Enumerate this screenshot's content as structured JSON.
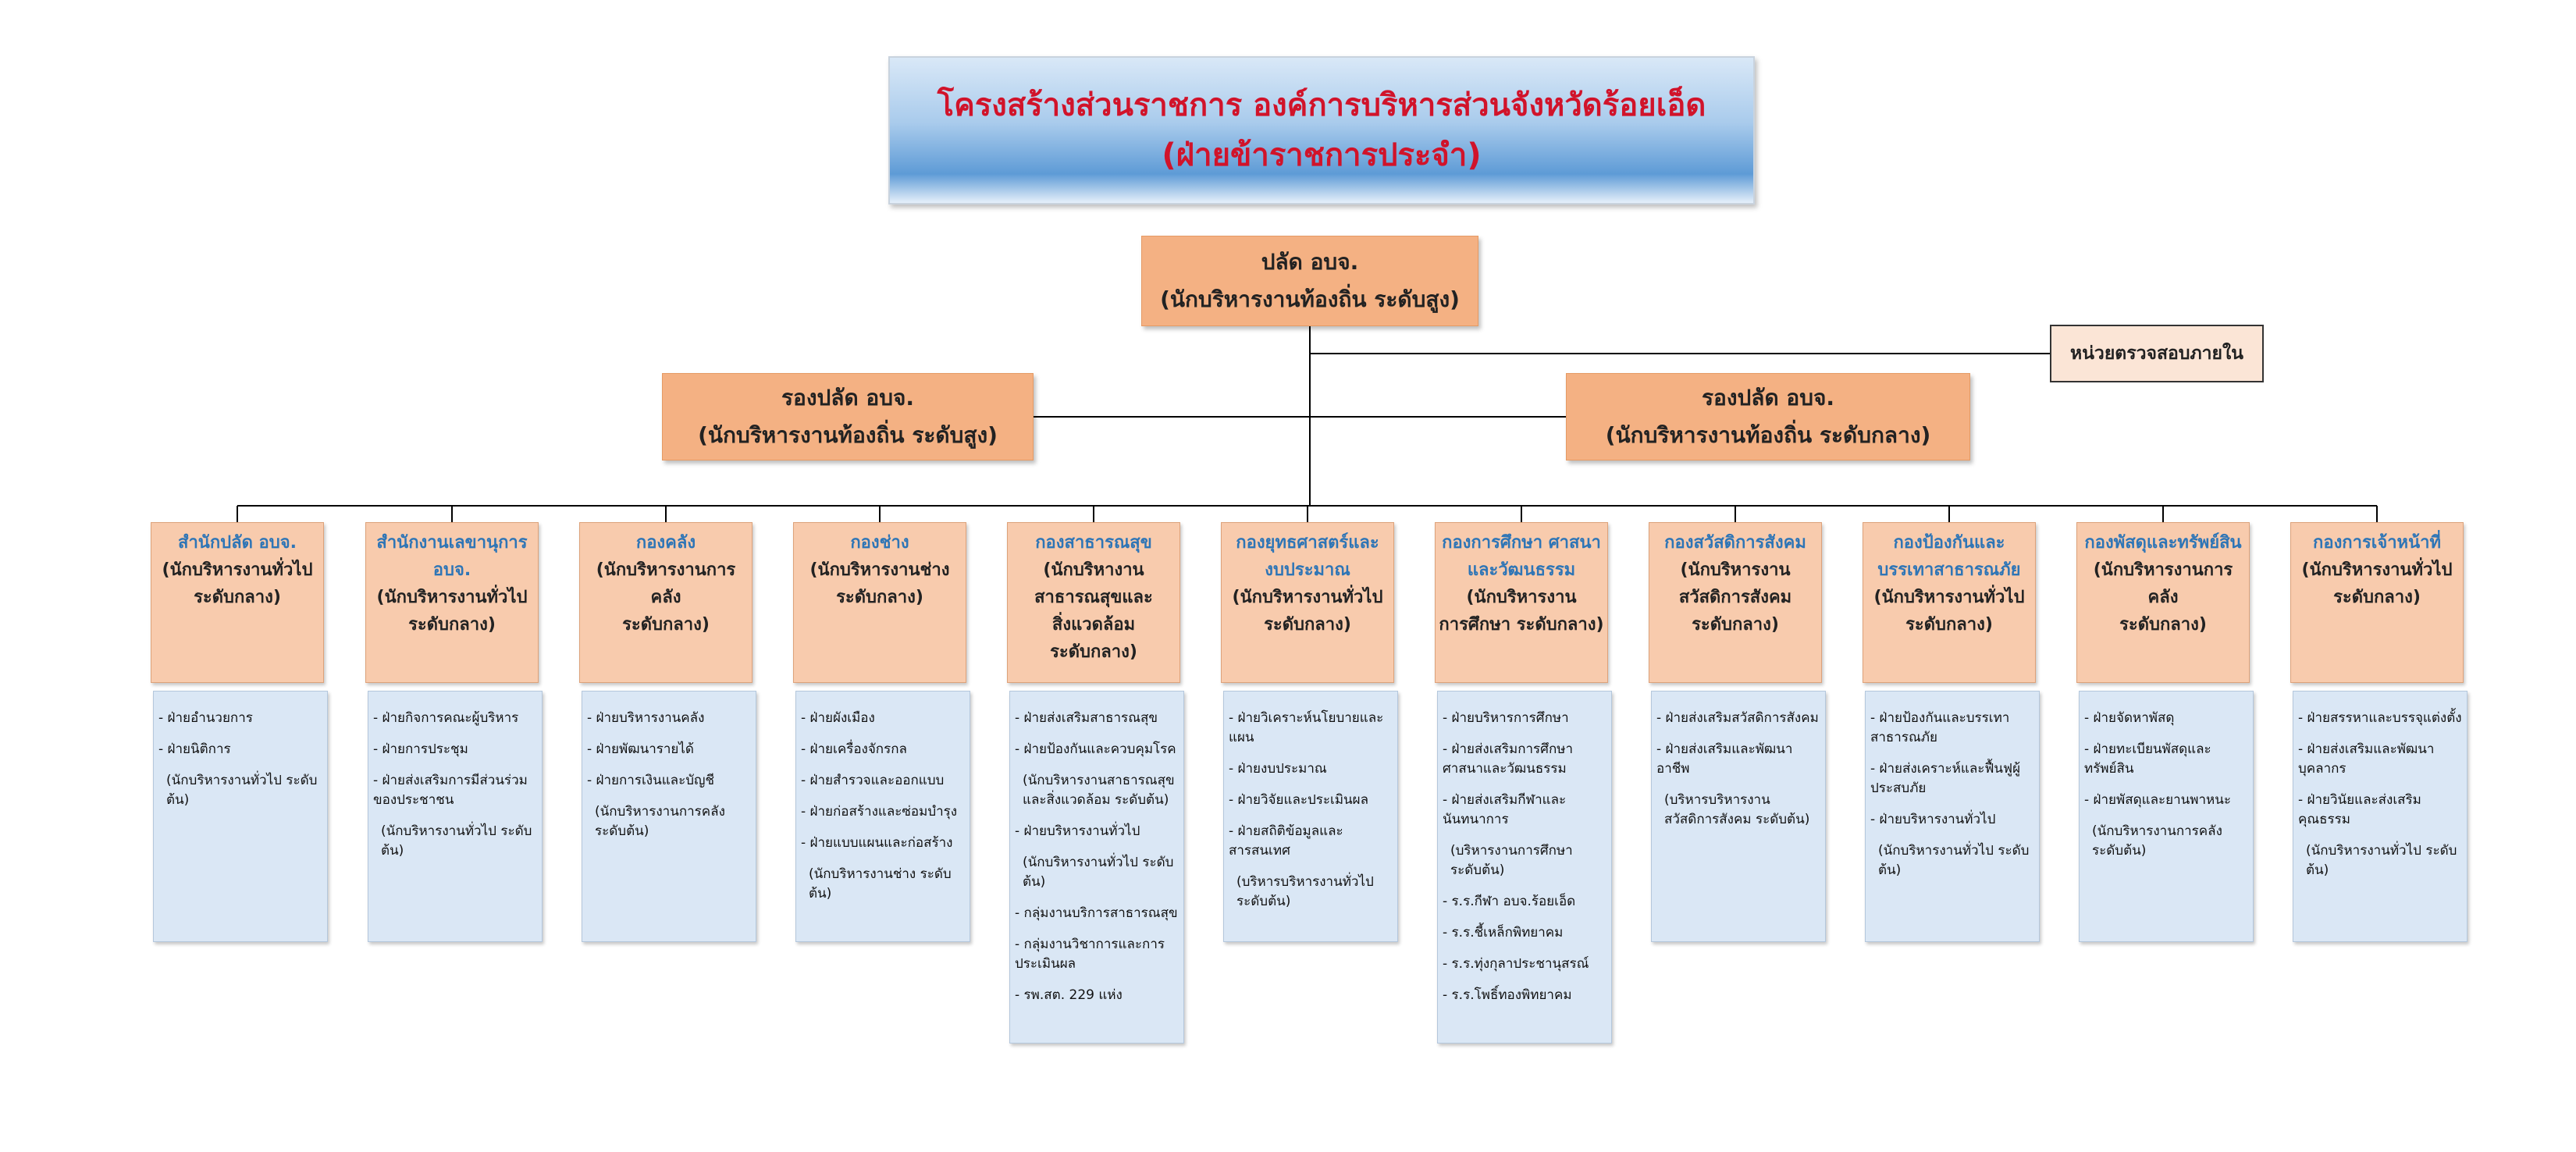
{
  "title": {
    "line1": "โครงสร้างส่วนราชการ องค์การบริหารส่วนจังหวัดร้อยเอ็ด",
    "line2": "(ฝ่ายข้าราชการประจำ)"
  },
  "chief": {
    "name": "ปลัด อบจ.",
    "rank": "(นักบริหารงานท้องถิ่น ระดับสูง)"
  },
  "audit": {
    "name": "หน่วยตรวจสอบภายใน"
  },
  "deputy_left": {
    "name": "รองปลัด อบจ.",
    "rank": "(นักบริหารงานท้องถิ่น ระดับสูง)"
  },
  "deputy_right": {
    "name": "รองปลัด อบจ.",
    "rank": "(นักบริหารงานท้องถิ่น ระดับกลาง)"
  },
  "colors": {
    "title_text": "#d1132a",
    "executive": "#f4b183",
    "department": "#f8cbad",
    "department_name": "#2e75b6",
    "section": "#dae7f5",
    "audit": "#fbe5d6"
  },
  "departments": [
    {
      "name": [
        "สำนักปลัด อบจ."
      ],
      "rank": [
        "(นักบริหารงานทั่วไป",
        "ระดับกลาง)"
      ],
      "sections": [
        {
          "t": "i",
          "v": "ฝ่ายอำนวยการ"
        },
        {
          "t": "i",
          "v": "ฝ่ายนิติการ"
        },
        {
          "t": "n",
          "v": "(นักบริหารงานทั่วไป ระดับต้น)"
        }
      ]
    },
    {
      "name": [
        "สำนักงานเลขานุการ",
        "อบจ."
      ],
      "rank": [
        "(นักบริหารงานทั่วไป",
        "ระดับกลาง)"
      ],
      "sections": [
        {
          "t": "i",
          "v": "ฝ่ายกิจการคณะผู้บริหาร"
        },
        {
          "t": "i",
          "v": "ฝ่ายการประชุม"
        },
        {
          "t": "i",
          "v": "ฝ่ายส่งเสริมการมีส่วนร่วมของประชาชน"
        },
        {
          "t": "n",
          "v": "(นักบริหารงานทั่วไป ระดับต้น)"
        }
      ]
    },
    {
      "name": [
        "กองคลัง"
      ],
      "rank": [
        "(นักบริหารงานการคลัง",
        "ระดับกลาง)"
      ],
      "sections": [
        {
          "t": "i",
          "v": "ฝ่ายบริหารงานคลัง"
        },
        {
          "t": "i",
          "v": "ฝ่ายพัฒนารายได้"
        },
        {
          "t": "i",
          "v": "ฝ่ายการเงินและบัญชี"
        },
        {
          "t": "n",
          "v": "(นักบริหารงานการคลัง ระดับต้น)"
        }
      ]
    },
    {
      "name": [
        "กองช่าง"
      ],
      "rank": [
        "(นักบริหารงานช่าง",
        "ระดับกลาง)"
      ],
      "sections": [
        {
          "t": "i",
          "v": "ฝ่ายผังเมือง"
        },
        {
          "t": "i",
          "v": "ฝ่ายเครื่องจักรกล"
        },
        {
          "t": "i",
          "v": "ฝ่ายสำรวจและออกแบบ"
        },
        {
          "t": "i",
          "v": "ฝ่ายก่อสร้างและซ่อมบำรุง"
        },
        {
          "t": "i",
          "v": "ฝ่ายแบบแผนและก่อสร้าง"
        },
        {
          "t": "n",
          "v": "(นักบริหารงานช่าง ระดับต้น)"
        }
      ]
    },
    {
      "name": [
        "กองสาธารณสุข"
      ],
      "rank": [
        "(นักบริหางาน",
        "สาธารณสุขและ",
        "สิ่งแวดล้อม",
        "ระดับกลาง)"
      ],
      "sections": [
        {
          "t": "i",
          "v": "ฝ่ายส่งเสริมสาธารณสุข"
        },
        {
          "t": "i",
          "v": "ฝ่ายป้องกันและควบคุมโรค"
        },
        {
          "t": "n",
          "v": "(นักบริหารงานสาธารณสุขและสิ่งแวดล้อม ระดับต้น)"
        },
        {
          "t": "i",
          "v": "ฝ่ายบริหารงานทั่วไป"
        },
        {
          "t": "n",
          "v": "(นักบริหารงานทั่วไป ระดับต้น)"
        },
        {
          "t": "i",
          "v": "กลุ่มงานบริการสาธารณสุข"
        },
        {
          "t": "i",
          "v": "กลุ่มงานวิชาการและการประเมินผล"
        },
        {
          "t": "i",
          "v": "รพ.สต. 229 แห่ง"
        }
      ]
    },
    {
      "name": [
        "กองยุทธศาสตร์และ",
        "งบประมาณ"
      ],
      "rank": [
        "(นักบริหารงานทั่วไป",
        "ระดับกลาง)"
      ],
      "sections": [
        {
          "t": "i",
          "v": "ฝ่ายวิเคราะห์นโยบายและแผน"
        },
        {
          "t": "i",
          "v": "ฝ่ายงบประมาณ"
        },
        {
          "t": "i",
          "v": "ฝ่ายวิจัยและประเมินผล"
        },
        {
          "t": "i",
          "v": "ฝ่ายสถิติข้อมูลและสารสนเทศ"
        },
        {
          "t": "n",
          "v": "(บริหารบริหารงานทั่วไป ระดับต้น)"
        }
      ]
    },
    {
      "name": [
        "กองการศึกษา ศาสนา",
        "และวัฒนธรรม"
      ],
      "rank": [
        "(นักบริหารงาน",
        "การศึกษา ระดับกลาง)"
      ],
      "sections": [
        {
          "t": "i",
          "v": "ฝ่ายบริหารการศึกษา"
        },
        {
          "t": "i",
          "v": "ฝ่ายส่งเสริมการศึกษา ศาสนาและวัฒนธรรม"
        },
        {
          "t": "i",
          "v": "ฝ่ายส่งเสริมกีฬาและนันทนาการ"
        },
        {
          "t": "n",
          "v": "(บริหารงานการศึกษา ระดับต้น)"
        },
        {
          "t": "i",
          "v": "ร.ร.กีฬา อบจ.ร้อยเอ็ด"
        },
        {
          "t": "i",
          "v": "ร.ร.ชี้เหล็กพิทยาคม"
        },
        {
          "t": "i",
          "v": "ร.ร.ทุ่งกุลาประชานุสรณ์"
        },
        {
          "t": "i",
          "v": "ร.ร.โพธิ์ทองพิทยาคม"
        }
      ]
    },
    {
      "name": [
        "กองสวัสดิการสังคม"
      ],
      "rank": [
        "(นักบริหารงาน",
        "สวัสดิการสังคม",
        "ระดับกลาง)"
      ],
      "sections": [
        {
          "t": "i",
          "v": "ฝ่ายส่งเสริมสวัสดิการสังคม"
        },
        {
          "t": "i",
          "v": "ฝ่ายส่งเสริมและพัฒนาอาชีพ"
        },
        {
          "t": "n",
          "v": "(บริหารบริหารงาน สวัสดิการสังคม ระดับต้น)"
        }
      ]
    },
    {
      "name": [
        "กองป้องกันและ",
        "บรรเทาสาธารณภัย"
      ],
      "rank": [
        "(นักบริหารงานทั่วไป",
        "ระดับกลาง)"
      ],
      "sections": [
        {
          "t": "i",
          "v": "ฝ่ายป้องกันและบรรเทาสาธารณภัย"
        },
        {
          "t": "i",
          "v": "ฝ่ายส่งเคราะห์และฟื้นฟูผู้ประสบภัย"
        },
        {
          "t": "i",
          "v": "ฝ่ายบริหารงานทั่วไป"
        },
        {
          "t": "n",
          "v": "(นักบริหารงานทั่วไป ระดับต้น)"
        }
      ]
    },
    {
      "name": [
        "กองพัสดุและทรัพย์สิน"
      ],
      "rank": [
        "(นักบริหารงานการคลัง",
        "ระดับกลาง)"
      ],
      "sections": [
        {
          "t": "i",
          "v": "ฝ่ายจัดหาพัสดุ"
        },
        {
          "t": "i",
          "v": "ฝ่ายทะเบียนพัสดุและทรัพย์สิน"
        },
        {
          "t": "i",
          "v": "ฝ่ายพัสดุและยานพาหนะ"
        },
        {
          "t": "n",
          "v": "(นักบริหารงานการคลัง ระดับต้น)"
        }
      ]
    },
    {
      "name": [
        "กองการเจ้าหน้าที่"
      ],
      "rank": [
        "(นักบริหารงานทั่วไป",
        "ระดับกลาง)"
      ],
      "sections": [
        {
          "t": "i",
          "v": "ฝ่ายสรรหาและบรรจุแต่งตั้ง"
        },
        {
          "t": "i",
          "v": "ฝ่ายส่งเสริมและพัฒนาบุคลากร"
        },
        {
          "t": "i",
          "v": "ฝ่ายวินัยและส่งเสริมคุณธรรม"
        },
        {
          "t": "n",
          "v": "(นักบริหารงานทั่วไป ระดับต้น)"
        }
      ]
    }
  ]
}
